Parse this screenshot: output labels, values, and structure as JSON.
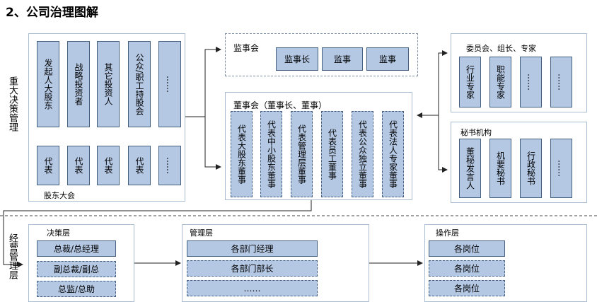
{
  "title": "2、公司治理图解",
  "side_labels": {
    "top": "重大决策管理",
    "bottom": "经营管理层"
  },
  "shareholders": {
    "label": "股东大会",
    "sources": [
      "发起人大股东",
      "战略投资者",
      "其它投资人",
      "公众/职工持股会",
      "……"
    ],
    "reps": [
      "代表",
      "代表",
      "代表",
      "代表",
      "……"
    ]
  },
  "supervisory": {
    "label": "监事会",
    "items": [
      "监事长",
      "监事",
      "监事"
    ]
  },
  "board": {
    "label": "董事会（董事长、董事）",
    "items": [
      "代表大股东董事",
      "代表中小股东董事",
      "代表管理层董事",
      "代表员工董事",
      "代表公众独立董事",
      "代表法人专家董事"
    ]
  },
  "committee": {
    "label": "委员会、组长、专家",
    "items": [
      "行业专家",
      "职能专家",
      "……",
      "……"
    ]
  },
  "secretariat": {
    "label": "秘书机构",
    "items": [
      "董秘发言人",
      "机要秘书",
      "行政秘书",
      "……"
    ]
  },
  "decision": {
    "label": "决策层",
    "items": [
      "总裁/总经理",
      "副总裁/副总",
      "总监/总助"
    ]
  },
  "management": {
    "label": "管理层",
    "items": [
      "各部门经理",
      "各部门部长",
      "……"
    ]
  },
  "operation": {
    "label": "操作层",
    "items": [
      "各岗位",
      "各岗位",
      "各岗位"
    ]
  }
}
